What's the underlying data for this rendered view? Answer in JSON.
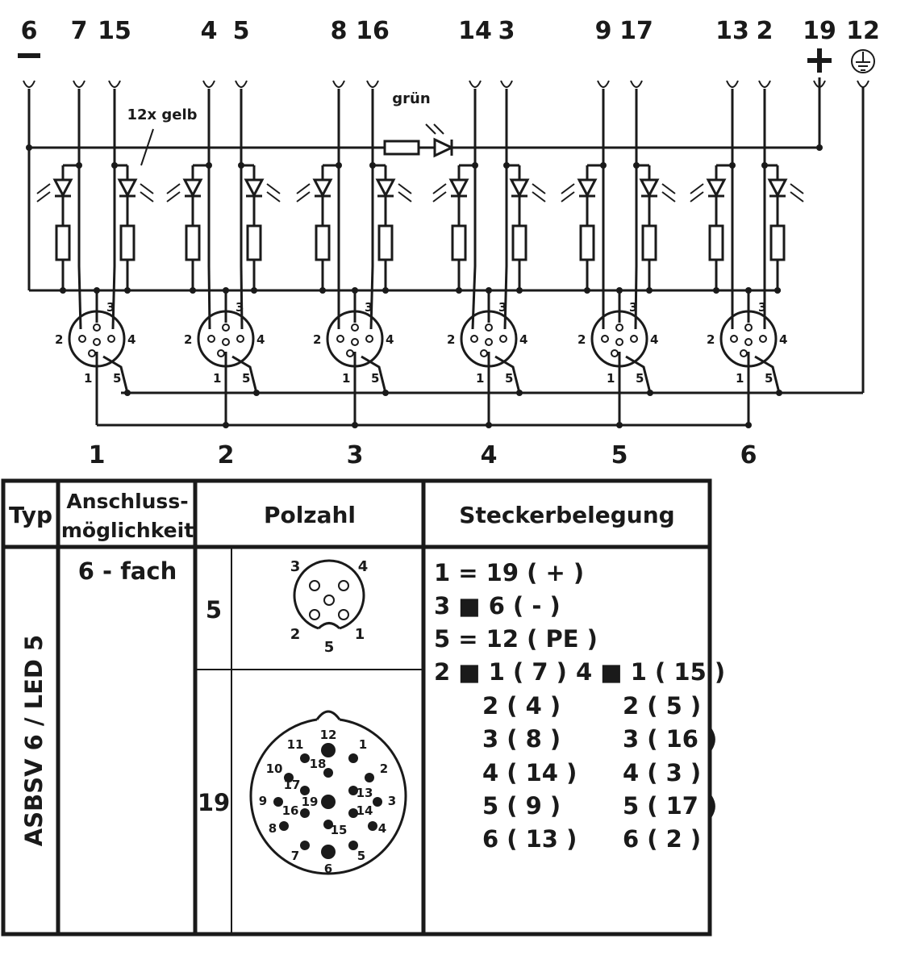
{
  "top_pins": [
    {
      "label": "6"
    },
    {
      "label": "7"
    },
    {
      "label": "15"
    },
    {
      "label": "4"
    },
    {
      "label": "5"
    },
    {
      "label": "8"
    },
    {
      "label": "16"
    },
    {
      "label": "14"
    },
    {
      "label": "3"
    },
    {
      "label": "9"
    },
    {
      "label": "17"
    },
    {
      "label": "13"
    },
    {
      "label": "2"
    },
    {
      "label": "19"
    },
    {
      "label": "12"
    }
  ],
  "symbols": {
    "minus": "−",
    "plus": "+"
  },
  "annotations": {
    "yellow_leds": "12x gelb",
    "green_led": "grün"
  },
  "connectors": [
    {
      "label": "1",
      "pins": [
        "3",
        "2",
        "4",
        "1",
        "5"
      ]
    },
    {
      "label": "2",
      "pins": [
        "3",
        "2",
        "4",
        "1",
        "5"
      ]
    },
    {
      "label": "3",
      "pins": [
        "3",
        "2",
        "4",
        "1",
        "5"
      ]
    },
    {
      "label": "4",
      "pins": [
        "3",
        "2",
        "4",
        "1",
        "5"
      ]
    },
    {
      "label": "5",
      "pins": [
        "3",
        "2",
        "4",
        "1",
        "5"
      ]
    },
    {
      "label": "6",
      "pins": [
        "3",
        "2",
        "4",
        "1",
        "5"
      ]
    }
  ],
  "table": {
    "headers": {
      "typ": "Typ",
      "anschluss_1": "Anschluss-",
      "anschluss_2": "möglichkeit",
      "polzahl": "Polzahl",
      "steckerbelegung": "Steckerbelegung"
    },
    "type_name": "ASBSV 6 / LED 5",
    "connection": "6 - fach",
    "pole_5": "5",
    "pole_19": "19",
    "m12_pins": [
      "3",
      "4",
      "2",
      "1",
      "5"
    ],
    "round19_pins": [
      "12",
      "11",
      "1",
      "10",
      "18",
      "2",
      "17",
      "9",
      "19",
      "13",
      "3",
      "16",
      "14",
      "8",
      "15",
      "4",
      "7",
      "5",
      "6"
    ],
    "assignment_lines": [
      "1 = 19  ( + )",
      "3 ■  6   ( - )",
      "5 = 12 ( PE )",
      "2 ■  1   ( 7 )",
      "2   ( 4 )",
      "3   ( 8 )",
      "4  ( 14 )",
      "5   ( 9 )",
      "6  ( 13 )"
    ],
    "assignment_right": [
      "4 ■  1  ( 15 )",
      "2   ( 5 )",
      "3  ( 16 )",
      "4   ( 3 )",
      "5  ( 17 )",
      "6   ( 2 )"
    ]
  }
}
